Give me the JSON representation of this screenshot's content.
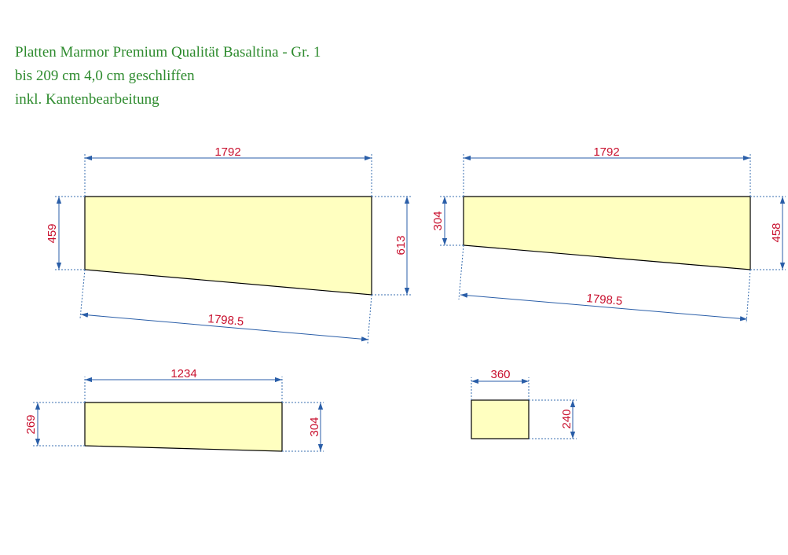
{
  "header": {
    "line1": "Platten Marmor Premium Qualität Basaltina - Gr. 1",
    "line2": "bis 209 cm 4,0 cm geschliffen",
    "line3": "inkl. Kantenbearbeitung"
  },
  "colors": {
    "header_text": "#2e8b2e",
    "dimension_text": "#c8102e",
    "dimension_line": "#2a5ea8",
    "plate_fill": "#ffffc0",
    "plate_outline": "#000000"
  },
  "plates": [
    {
      "id": "plate-1",
      "dims": {
        "top": "1792",
        "left": "459",
        "right": "613",
        "bottom": "1798.5"
      }
    },
    {
      "id": "plate-2",
      "dims": {
        "top": "1792",
        "left": "304",
        "right": "458",
        "bottom": "1798.5"
      }
    },
    {
      "id": "plate-3",
      "dims": {
        "top": "1234",
        "left": "269",
        "right": "304"
      }
    },
    {
      "id": "plate-4",
      "dims": {
        "top": "360",
        "right": "240"
      }
    }
  ]
}
